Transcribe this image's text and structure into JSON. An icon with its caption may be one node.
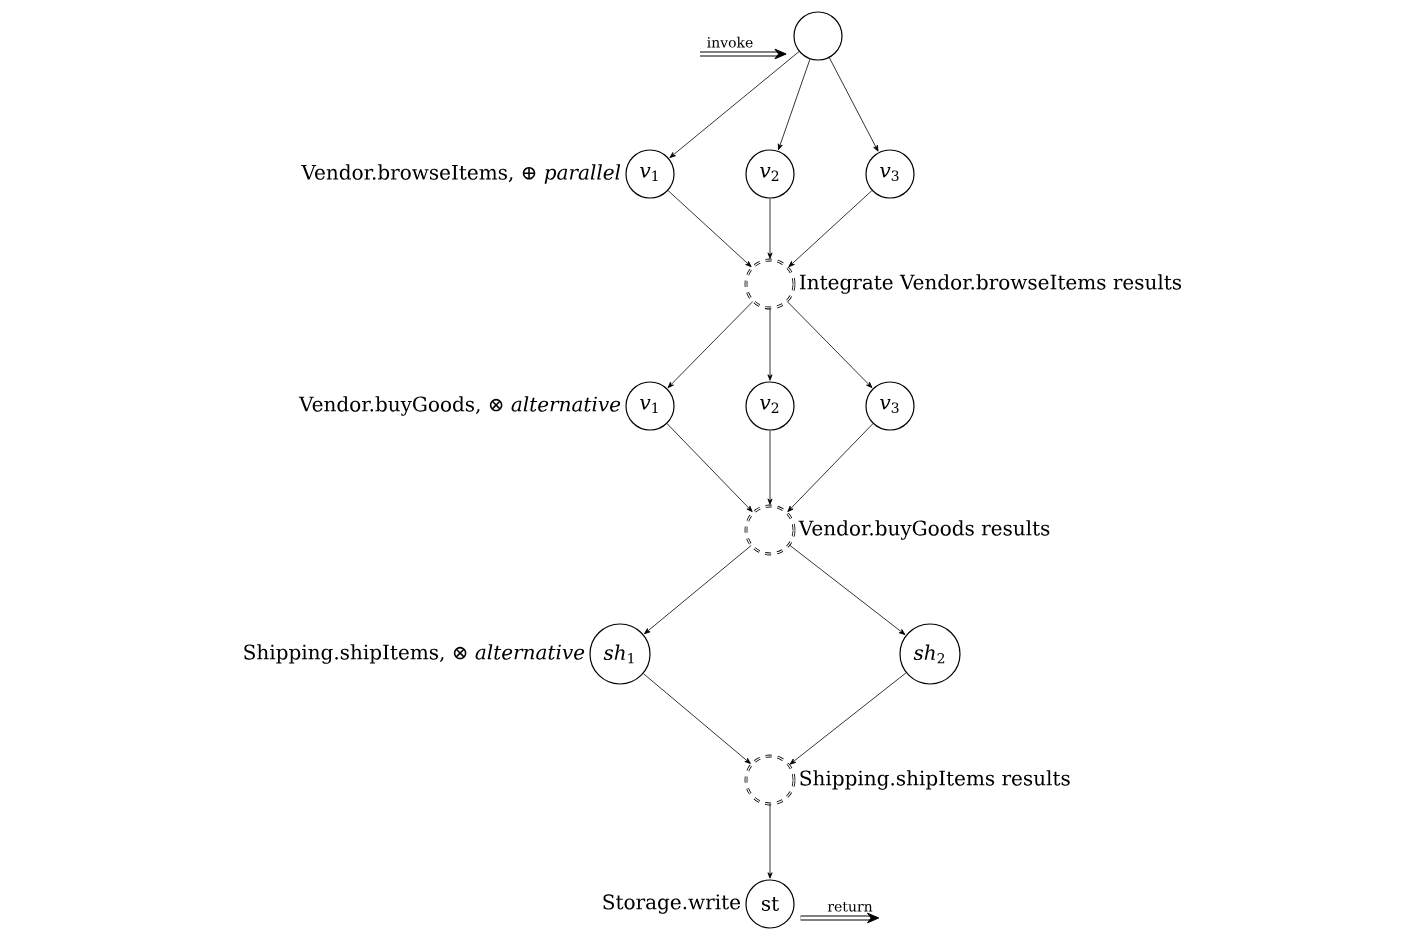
{
  "diagram": {
    "nodes": [
      {
        "text": [],
        "shape": "circle"
      },
      {
        "text": [
          "*v*$_{1}$"
        ],
        "beside": [
          "Vendor.browseItems, ⊕ *parallel*"
        ]
      },
      {
        "text": [
          "*v*$_{2}$"
        ]
      },
      {
        "text": [
          "*v*$_{3}$"
        ]
      },
      {
        "text": [],
        "shape": "circle",
        "beside": [
          "Integrate Vendor.browseItems results"
        ]
      },
      {
        "text": [
          "*v*$_{1}$"
        ],
        "beside": [
          "Vendor.buyGoods, ⊗ *alternative*"
        ]
      },
      {
        "text": [
          "*v*$_{2}$"
        ]
      },
      {
        "text": [
          "*v*$_{3}$"
        ]
      },
      {
        "text": [],
        "shape": "circle",
        "beside": [
          "Vendor.buyGoods results"
        ]
      },
      {
        "text": [
          "*sh*$_{1}$"
        ],
        "beside": [
          "Shipping.shipItems, ⊗ *alternative*"
        ]
      },
      {
        "text": [
          "*sh*$_{2}$"
        ]
      },
      {
        "text": [],
        "shape": "circle",
        "beside": [
          "Shipping.shipItems results"
        ]
      },
      {
        "text": [
          "st"
        ],
        "beside": [
          "Storage.write"
        ]
      }
    ],
    "edges": [
      {
        "from": null,
        "to": 0,
        "arrow": "to",
        "label": "invoke",
        "style": "thick"
      },
      {
        "from": 0,
        "to": 1,
        "arrow": "to"
      },
      {
        "from": 0,
        "to": 2,
        "arrow": "to"
      },
      {
        "from": 0,
        "to": 3,
        "arrow": "to"
      },
      {
        "from": 1,
        "to": 4,
        "arrow": "to"
      },
      {
        "from": 2,
        "to": 4,
        "arrow": "to"
      },
      {
        "from": 3,
        "to": 4,
        "arrow": "to"
      },
      {
        "from": 4,
        "to": 5,
        "arrow": "to"
      },
      {
        "from": 4,
        "to": 6,
        "arrow": "to"
      },
      {
        "from": 4,
        "to": 7,
        "arrow": "to"
      },
      {
        "from": 5,
        "to": 8,
        "arrow": "to"
      },
      {
        "from": 6,
        "to": 8,
        "arrow": "to"
      },
      {
        "from": 7,
        "to": 8,
        "arrow": "to"
      },
      {
        "from": 8,
        "to": 9,
        "arrow": "to"
      },
      {
        "from": 8,
        "to": 10,
        "arrow": "to"
      },
      {
        "from": 9,
        "to": 11,
        "arrow": "to"
      },
      {
        "from": 10,
        "to": 11,
        "arrow": "to"
      },
      {
        "from": 11,
        "to": 12,
        "arrow": "to"
      },
      {
        "from": 12,
        "to": null,
        "arrow": "to",
        "label": "return",
        "style": "thick"
      }
    ]
  }
}
